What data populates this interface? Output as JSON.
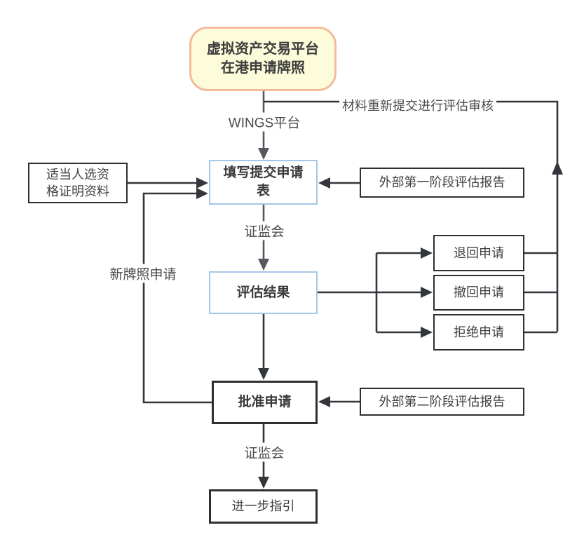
{
  "diagram": {
    "nodes": {
      "start": {
        "label": "虚拟资产交易平台\n在港申请牌照"
      },
      "fill_form": {
        "label": "填写提交申请\n表"
      },
      "qualification": {
        "label": "适当人选资\n格证明资料"
      },
      "stage1_report": {
        "label": "外部第一阶段评估报告"
      },
      "assessment": {
        "label": "评估结果"
      },
      "return_app": {
        "label": "退回申请"
      },
      "withdraw_app": {
        "label": "撤回申请"
      },
      "reject_app": {
        "label": "拒绝申请"
      },
      "approve": {
        "label": "批准申请"
      },
      "stage2_report": {
        "label": "外部第二阶段评估报告"
      },
      "guidance": {
        "label": "进一步指引"
      }
    },
    "edge_labels": {
      "wings": "WINGS平台",
      "sfc1": "证监会",
      "sfc2": "证监会",
      "new_license": "新牌照申请",
      "resubmit": "材料重新提交进行评估审核"
    }
  },
  "colors": {
    "start_fill": "#FCFCDB",
    "start_border": "#F3BA9B",
    "blue_border": "#A3C7E8",
    "dark_border": "#2F2F2F",
    "line_dark": "#33363B",
    "line_gray": "#56585D",
    "canvas_bg": "#FFFFFF",
    "text_dark": "#3A3A3A",
    "label_gray": "#4B4B4B"
  }
}
